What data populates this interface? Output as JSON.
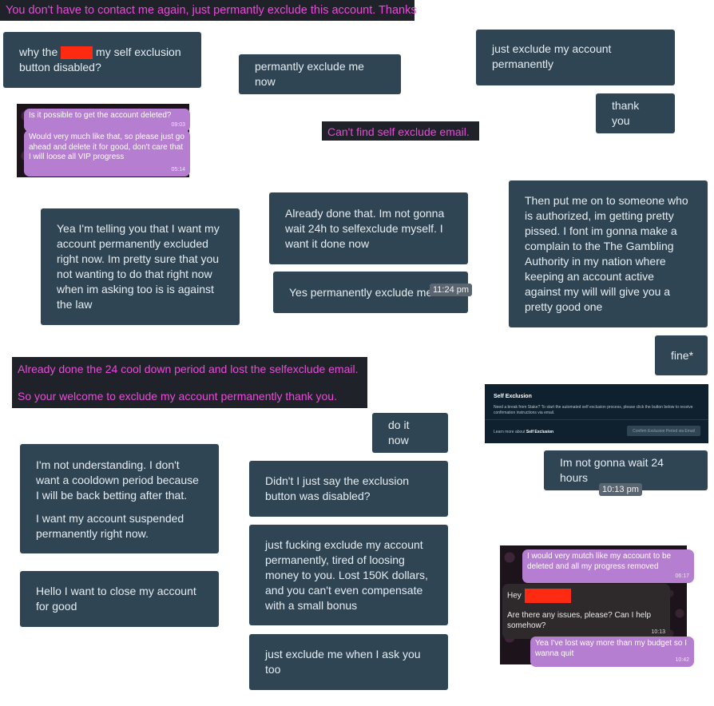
{
  "banners": {
    "top": "You don't have to contact me again, just permantly exclude this account. Thanks",
    "cant_find": "Can't find self exclude email.",
    "cooldown_line1": "Already done the 24 cool down period and lost the selfexclude email.",
    "cooldown_line2": "So your welcome to exclude my account permanently thank you."
  },
  "messages": {
    "why_disabled_a": "why the",
    "why_disabled_b": "my self exclusion",
    "why_disabled_c": "button disabled?",
    "permantly_exclude_now": "permantly exclude me now",
    "just_exclude_permanently": "just exclude my account permanently",
    "thank_you": "thank you",
    "yea_telling": "Yea I'm telling you that I want my account permanently excluded right now. Im pretty sure that you not wanting to do that right now when im asking too is is against the law",
    "already_done": "Already done that. Im not gonna wait 24h to selfexclude myself. I want it done now",
    "yes_permanently": "Yes permanently exclude me",
    "yes_time": "11:24 pm",
    "authorized": "Then put me on to someone who is authorized, im getting pretty pissed. I font im gonna make a complain to the The Gambling Authority in my nation where keeping an account active against my will will give you a pretty good one",
    "fine": "fine*",
    "do_it_now": "do it now",
    "not_understanding_1": "I'm not understanding. I don't want a cooldown period because I will be back betting after that.",
    "not_understanding_2": "I want my account suspended permanently right now.",
    "didnt_i_say": "Didn't I just say the exclusion button was disabled?",
    "hello_close": "Hello I want to close my account for good",
    "lost_150k": "just fucking exclude my account permanently, tired of loosing money to you. Lost 150K dollars, and you can't even compensate with a small bonus",
    "when_i_ask": "just exclude me when I ask you too",
    "wait_24": "Im not gonna wait 24 hours",
    "wait_24_time": "10:13 pm"
  },
  "chat1": {
    "b1": "Is it possible to get the account deleted?",
    "b1_time": "09:03",
    "b2": "Would very much like that, so please just go ahead and delete it for good, don't care that I will loose all VIP progress",
    "b2_time": "05:14"
  },
  "chat2": {
    "b1": "I would very mutch like my account to be deleted and all my progress removed",
    "b1_time": "06:17",
    "b2_greeting": "Hey",
    "b2_text": "Are there any issues, please? Can I help somehow?",
    "b2_time": "10:13",
    "b3": "Yea I've lost way more than my budget so I wanna quit",
    "b3_time": "10:42"
  },
  "self_exclusion": {
    "title": "Self Exclusion",
    "description": "Need a break from Stake? To start the automated self exclusion process, please click the button below to receive confirmation instructions via email.",
    "learn_prefix": "Learn more about",
    "learn_link": "Self Exclusion",
    "button": "Confirm Exclusion Period via Email"
  },
  "colors": {
    "bubble_bg": "#2f4553",
    "bubble_text": "#e6edf2",
    "banner_text": "#e84bd9",
    "banner_bg": "#1f2228",
    "redaction": "#ff2a12",
    "purple_bubble": "#b57ed0"
  }
}
